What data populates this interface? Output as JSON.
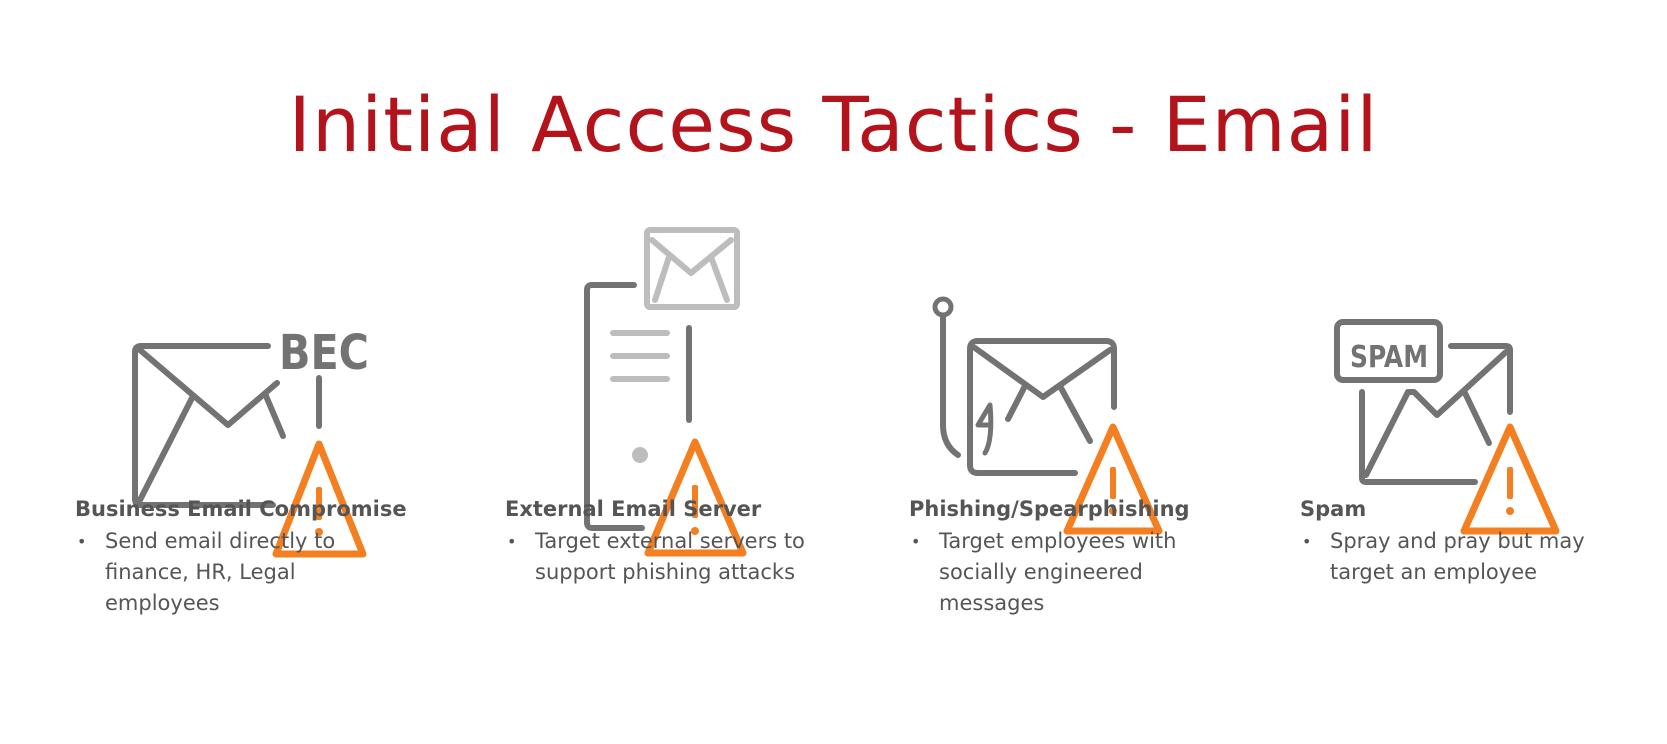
{
  "title": "Initial Access Tactics - Email",
  "colors": {
    "title": "#b3131b",
    "icon_gray": "#737373",
    "icon_light_gray": "#bdbdbd",
    "warning_orange": "#f37f20",
    "text": "#555555"
  },
  "tactics": [
    {
      "heading": "Business Email Compromise",
      "icon": "bec-envelope-warning-icon",
      "icon_label": "BEC",
      "bullets": [
        "Send email directly to finance, HR, Legal employees"
      ]
    },
    {
      "heading": "External Email Server",
      "icon": "server-envelope-warning-icon",
      "bullets": [
        "Target external servers to support phishing attacks"
      ]
    },
    {
      "heading": "Phishing/Spearphishing",
      "icon": "hook-envelope-warning-icon",
      "bullets": [
        "Target employees with socially engineered messages"
      ]
    },
    {
      "heading": "Spam",
      "icon": "spam-envelope-warning-icon",
      "icon_label": "SPAM",
      "bullets": [
        "Spray and pray but may target an employee"
      ]
    }
  ]
}
